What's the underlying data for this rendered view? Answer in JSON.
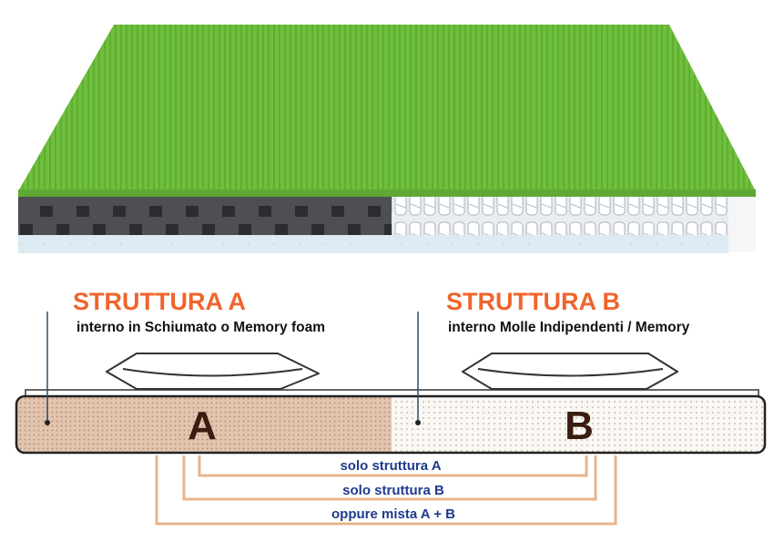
{
  "structure_a": {
    "title": "STRUTTURA  A",
    "description": "interno in Schiumato o Memory foam",
    "letter": "A"
  },
  "structure_b": {
    "title": "STRUTTURA  B",
    "description": "interno Molle Indipendenti / Memory",
    "letter": "B"
  },
  "options": [
    "solo struttura A",
    "solo struttura B",
    "oppure mista A + B"
  ],
  "colors": {
    "accent": "#f0642c",
    "option_text": "#1f3a8f",
    "top_green": "#6cbd3c",
    "bracket": "#e8b48a",
    "foam_a": "#dfbfa8"
  }
}
